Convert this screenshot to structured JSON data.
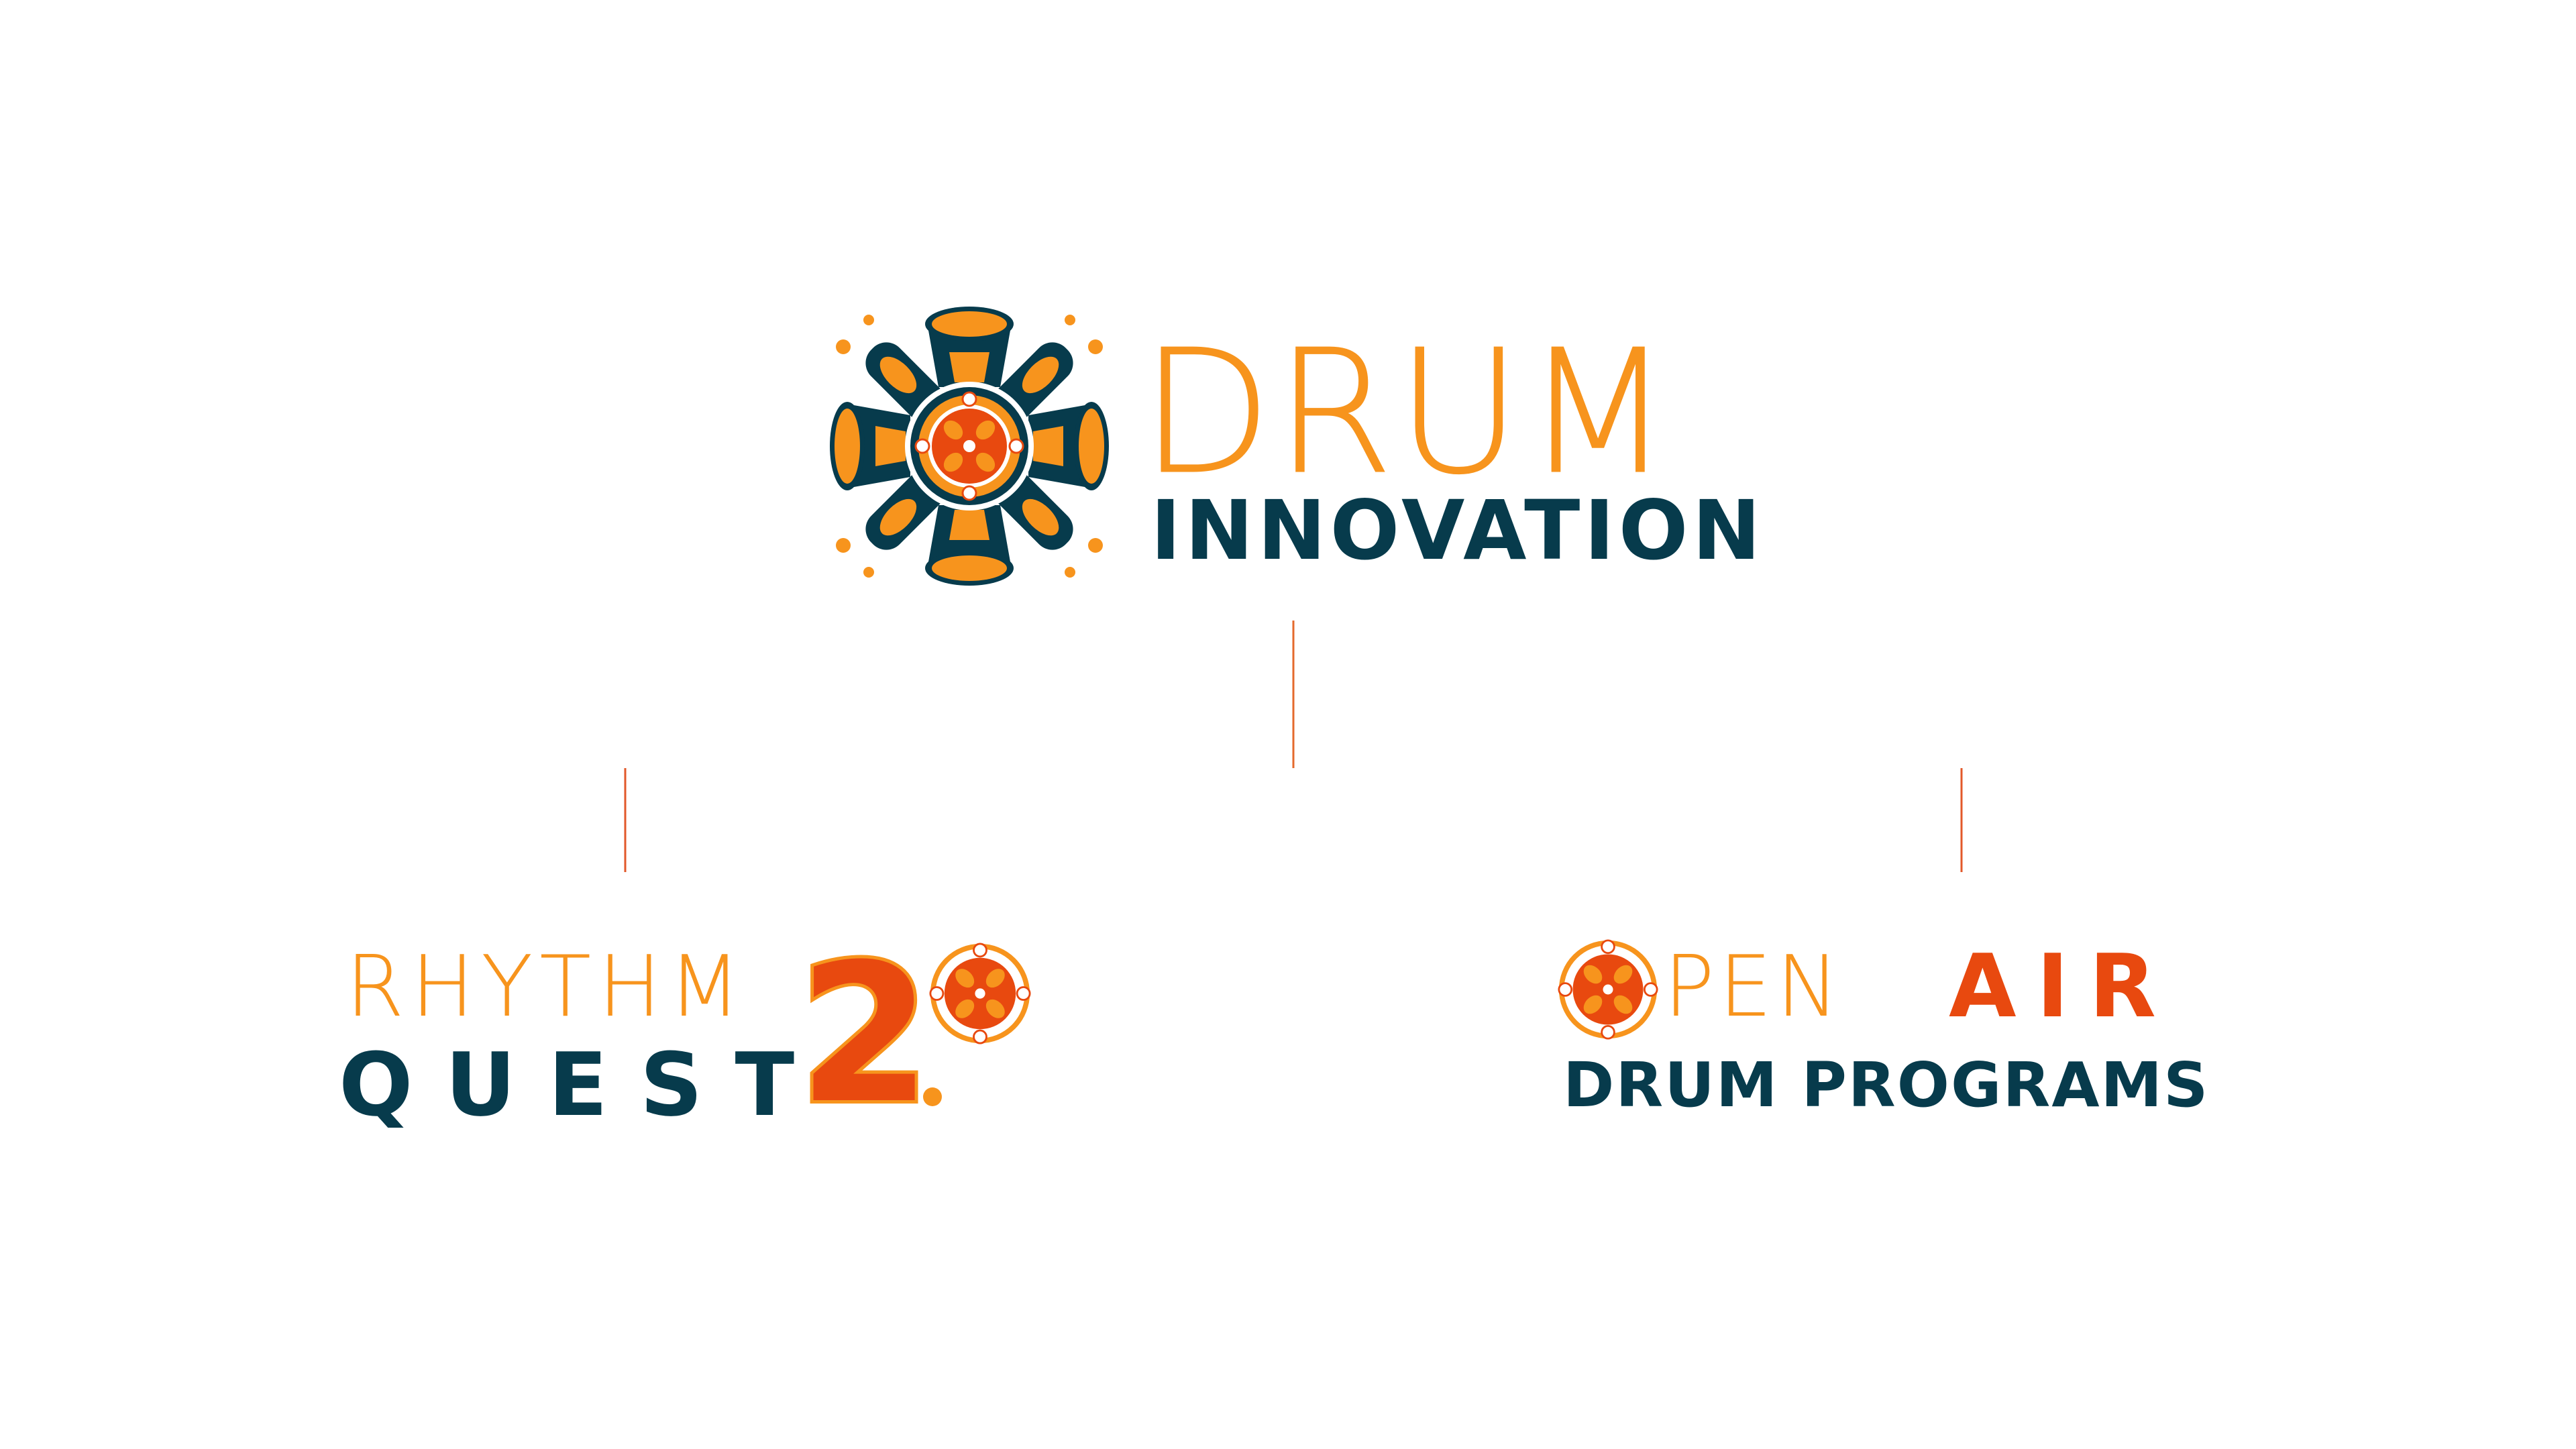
{
  "colors": {
    "orange": "#f7941d",
    "red_orange": "#e8490f",
    "navy": "#073b4c",
    "line": "#e46a2c"
  },
  "nodes": {
    "root": {
      "title": "DRUM",
      "subtitle": "INNOVATION",
      "icon": "drum-mandala-icon"
    },
    "left": {
      "title": "RHYTHM",
      "subtitle": "QUEST",
      "version": "2",
      "icon": "drum-target-icon"
    },
    "right": {
      "title_rest": "PEN",
      "title_accent": "AIR",
      "subtitle": "DRUM PROGRAMS",
      "icon": "drum-target-icon"
    }
  }
}
